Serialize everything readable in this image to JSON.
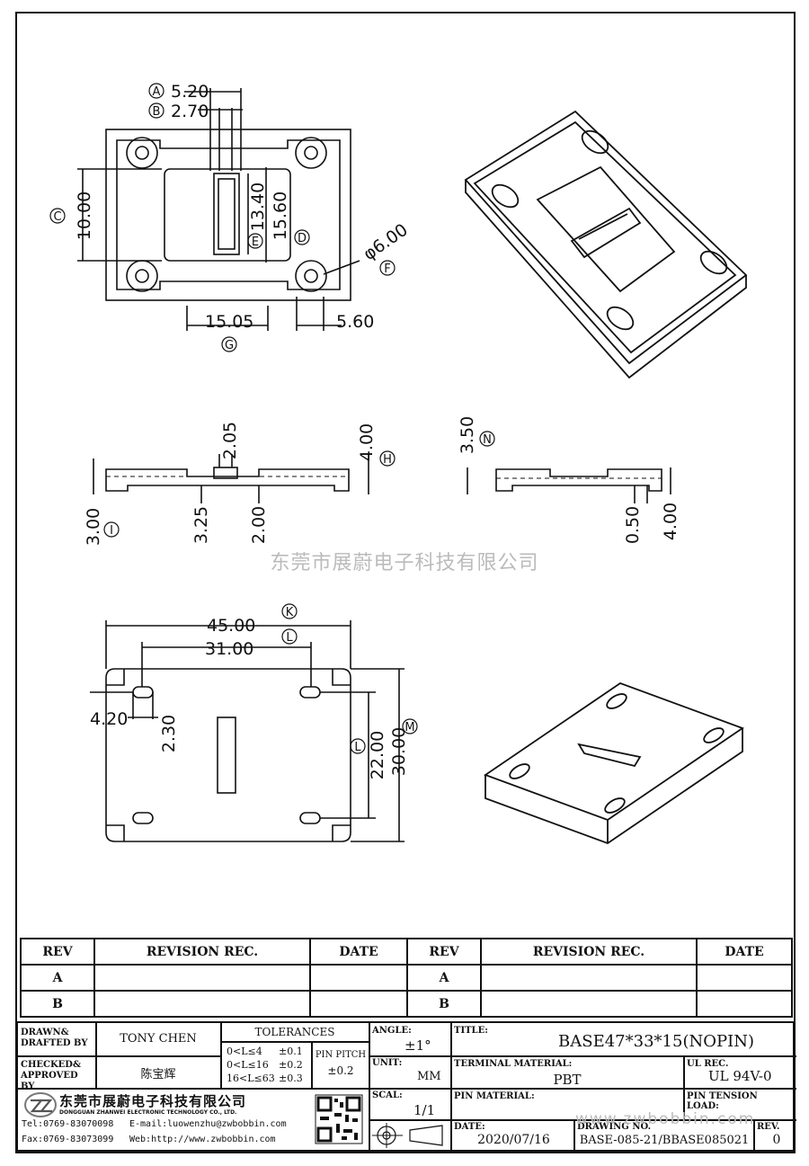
{
  "drawing": {
    "dims": {
      "a": "5.20",
      "b": "2.70",
      "c": "10.00",
      "e": "13.40",
      "d": "15.60",
      "f": "φ6.00",
      "g": "15.05",
      "g2": "5.60",
      "h_top": "2.05",
      "h": "4.00",
      "i": "3.00",
      "i2": "3.25",
      "i3": "2.00",
      "n": "3.50",
      "n2": "0.50",
      "n3": "4.00",
      "k": "45.00",
      "l": "31.00",
      "l2": "4.20",
      "l3": "2.30",
      "l4": "22.00",
      "m": "30.00"
    },
    "labels": [
      "A",
      "B",
      "C",
      "D",
      "E",
      "F",
      "G",
      "H",
      "I",
      "K",
      "L",
      "M",
      "N"
    ]
  },
  "watermark": "东莞市展蔚电子科技有限公司",
  "watermark_url": "www.zwbobbin.com",
  "revision_table": {
    "headers": [
      "REV",
      "REVISION REC.",
      "DATE",
      "REV",
      "REVISION REC.",
      "DATE"
    ],
    "rows": [
      [
        "A",
        "",
        "",
        "A",
        "",
        ""
      ],
      [
        "B",
        "",
        "",
        "B",
        "",
        ""
      ]
    ]
  },
  "title_block": {
    "drawn_label": "DRAWN& DRAFTED BY",
    "drawn_value": "TONY CHEN",
    "checked_label": "CHECKED& APPROVED BY",
    "checked_value": "陈宝辉",
    "tolerances_label": "TOLERANCES",
    "tol_rows": [
      [
        "0<L≤4",
        "±0.1"
      ],
      [
        "0<L≤16",
        "±0.2"
      ],
      [
        "16<L≤63",
        "±0.3"
      ]
    ],
    "pin_pitch_label": "PIN PITCH",
    "pin_pitch_value": "±0.2",
    "angle_label": "ANGLE:",
    "angle_value": "±1°",
    "unit_label": "UNIT:",
    "unit_value": "MM",
    "scale_label": "SCAL:",
    "scale_value": "1/1",
    "title_label": "TITLE:",
    "title_value": "BASE47*33*15(NOPIN)",
    "terminal_label": "TERMINAL MATERIAL:",
    "terminal_value": "PBT",
    "ul_label": "UL REC.",
    "ul_value": "UL 94V-0",
    "pin_material_label": "PIN MATERIAL:",
    "pin_tension_label": "PIN TENSION LOAD:",
    "date_label": "DATE:",
    "date_value": "2020/07/16",
    "drawing_no_label": "DRAWING NO.",
    "drawing_no_value": "BASE-085-21/BBASE085021",
    "rev_label": "REV.",
    "rev_value": "0",
    "company_cn": "东莞市展蔚电子科技有限公司",
    "company_en": "DONGGUAN ZHANWEI ELECTRONIC TECHNOLOGY CO., LTD.",
    "tel": "Tel:0769-83070098",
    "email": "E-mail:luowenzhu@zwbobbin.com",
    "fax": "Fax:0769-83073099",
    "web": "Web:http://www.zwbobbin.com"
  }
}
